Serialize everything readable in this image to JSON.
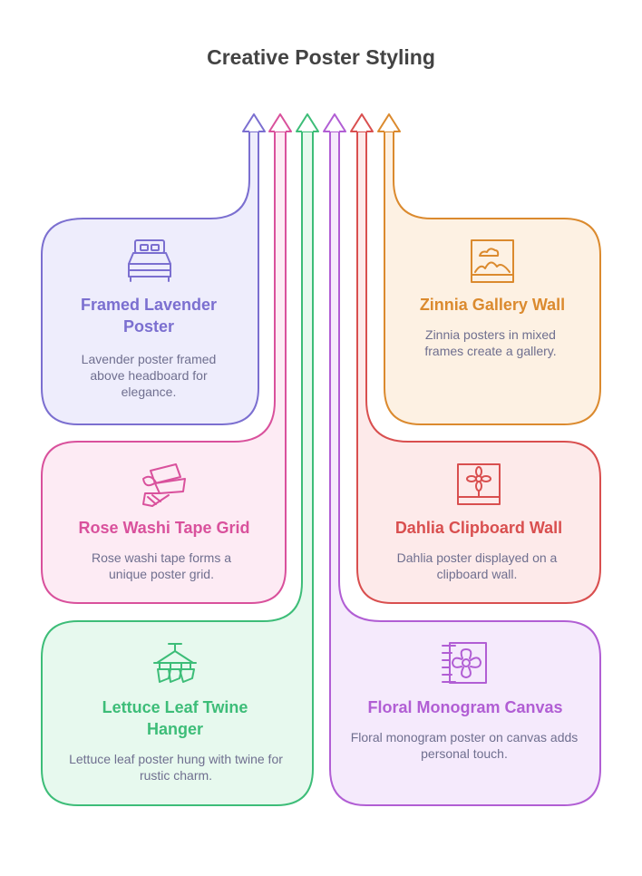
{
  "title": "Creative Poster Styling",
  "cards": [
    {
      "id": "framed-lavender",
      "title": "Framed Lavender Poster",
      "desc": "Lavender poster framed above headboard for elegance.",
      "icon": "bed-icon",
      "color": "#7b6fd0",
      "fill": "#eeedfc"
    },
    {
      "id": "rose-washi",
      "title": "Rose Washi Tape Grid",
      "desc": "Rose washi tape forms a unique poster grid.",
      "icon": "tape-icon",
      "color": "#d9519c",
      "fill": "#fdebf4"
    },
    {
      "id": "lettuce-leaf",
      "title": "Lettuce Leaf Twine Hanger",
      "desc": "Lettuce leaf poster hung with twine for rustic charm.",
      "icon": "hanger-icon",
      "color": "#3dbd78",
      "fill": "#e7f9ee"
    },
    {
      "id": "zinnia-gallery",
      "title": "Zinnia Gallery Wall",
      "desc": "Zinnia posters in mixed frames create a gallery.",
      "icon": "picture-icon",
      "color": "#db8a2e",
      "fill": "#fdf1e3"
    },
    {
      "id": "dahlia-clipboard",
      "title": "Dahlia Clipboard Wall",
      "desc": "Dahlia poster displayed on a clipboard wall.",
      "icon": "flower-frame-icon",
      "color": "#d94f4f",
      "fill": "#fdeaea"
    },
    {
      "id": "floral-monogram",
      "title": "Floral Monogram Canvas",
      "desc": "Floral monogram poster on canvas adds personal touch.",
      "icon": "floral-canvas-icon",
      "color": "#b15ed4",
      "fill": "#f5eafc"
    }
  ]
}
